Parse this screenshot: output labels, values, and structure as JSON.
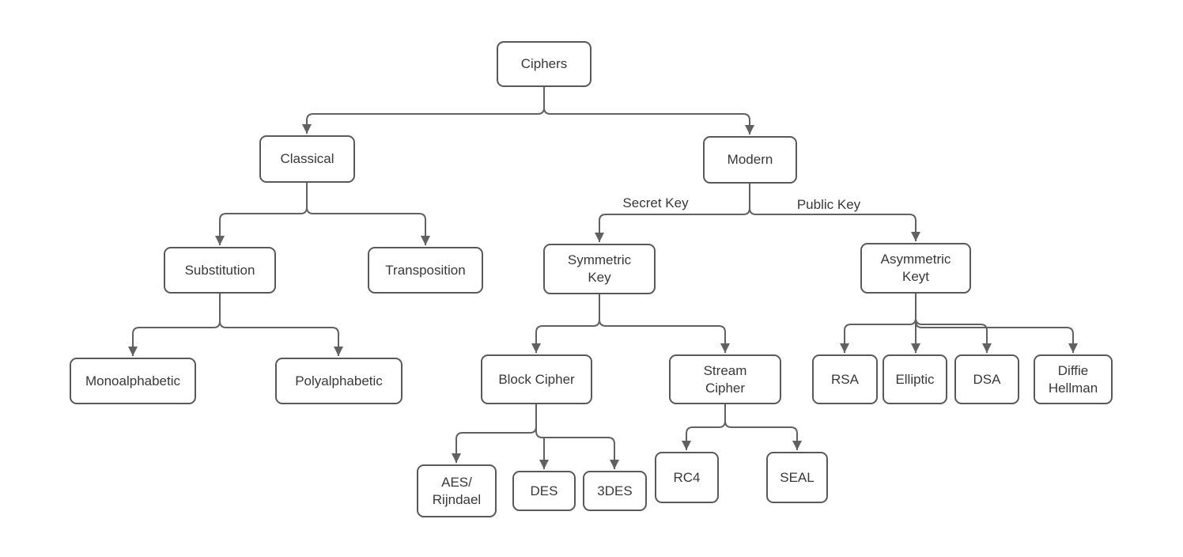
{
  "diagram": {
    "type": "tree-flowchart",
    "colors": {
      "background": "#ffffff",
      "node_border": "#595959",
      "connector": "#616161",
      "arrowhead": "#616161",
      "text": "#383838"
    },
    "nodes": {
      "ciphers": {
        "label": "Ciphers"
      },
      "classical": {
        "label": "Classical"
      },
      "modern": {
        "label": "Modern"
      },
      "substitution": {
        "label": "Substitution"
      },
      "transposition": {
        "label": "Transposition"
      },
      "monoalphabetic": {
        "label": "Monoalphabetic"
      },
      "polyalphabetic": {
        "label": "Polyalphabetic"
      },
      "symmetric_key": {
        "label": "Symmetric Key"
      },
      "asymmetric_key": {
        "label": "Asymmetric Keyt"
      },
      "block_cipher": {
        "label": "Block Cipher"
      },
      "stream_cipher": {
        "label": "Stream Cipher"
      },
      "aes_rijndael": {
        "label": "AES/ Rijndael"
      },
      "des": {
        "label": "DES"
      },
      "tdes": {
        "label": "3DES"
      },
      "rc4": {
        "label": "RC4"
      },
      "seal": {
        "label": "SEAL"
      },
      "rsa": {
        "label": "RSA"
      },
      "elliptic": {
        "label": "Elliptic"
      },
      "dsa": {
        "label": "DSA"
      },
      "diffie_hellman": {
        "label": "Diffie Hellman"
      }
    },
    "edges": [
      {
        "from": "ciphers",
        "to": "classical",
        "label": ""
      },
      {
        "from": "ciphers",
        "to": "modern",
        "label": ""
      },
      {
        "from": "classical",
        "to": "substitution",
        "label": ""
      },
      {
        "from": "classical",
        "to": "transposition",
        "label": ""
      },
      {
        "from": "modern",
        "to": "symmetric_key",
        "label": "Secret Key"
      },
      {
        "from": "modern",
        "to": "asymmetric_key",
        "label": "Public Key"
      },
      {
        "from": "substitution",
        "to": "monoalphabetic",
        "label": ""
      },
      {
        "from": "substitution",
        "to": "polyalphabetic",
        "label": ""
      },
      {
        "from": "symmetric_key",
        "to": "block_cipher",
        "label": ""
      },
      {
        "from": "symmetric_key",
        "to": "stream_cipher",
        "label": ""
      },
      {
        "from": "asymmetric_key",
        "to": "rsa",
        "label": ""
      },
      {
        "from": "asymmetric_key",
        "to": "elliptic",
        "label": ""
      },
      {
        "from": "asymmetric_key",
        "to": "dsa",
        "label": ""
      },
      {
        "from": "asymmetric_key",
        "to": "diffie_hellman",
        "label": ""
      },
      {
        "from": "block_cipher",
        "to": "aes_rijndael",
        "label": ""
      },
      {
        "from": "block_cipher",
        "to": "des",
        "label": ""
      },
      {
        "from": "block_cipher",
        "to": "tdes",
        "label": ""
      },
      {
        "from": "stream_cipher",
        "to": "rc4",
        "label": ""
      },
      {
        "from": "stream_cipher",
        "to": "seal",
        "label": ""
      }
    ]
  }
}
